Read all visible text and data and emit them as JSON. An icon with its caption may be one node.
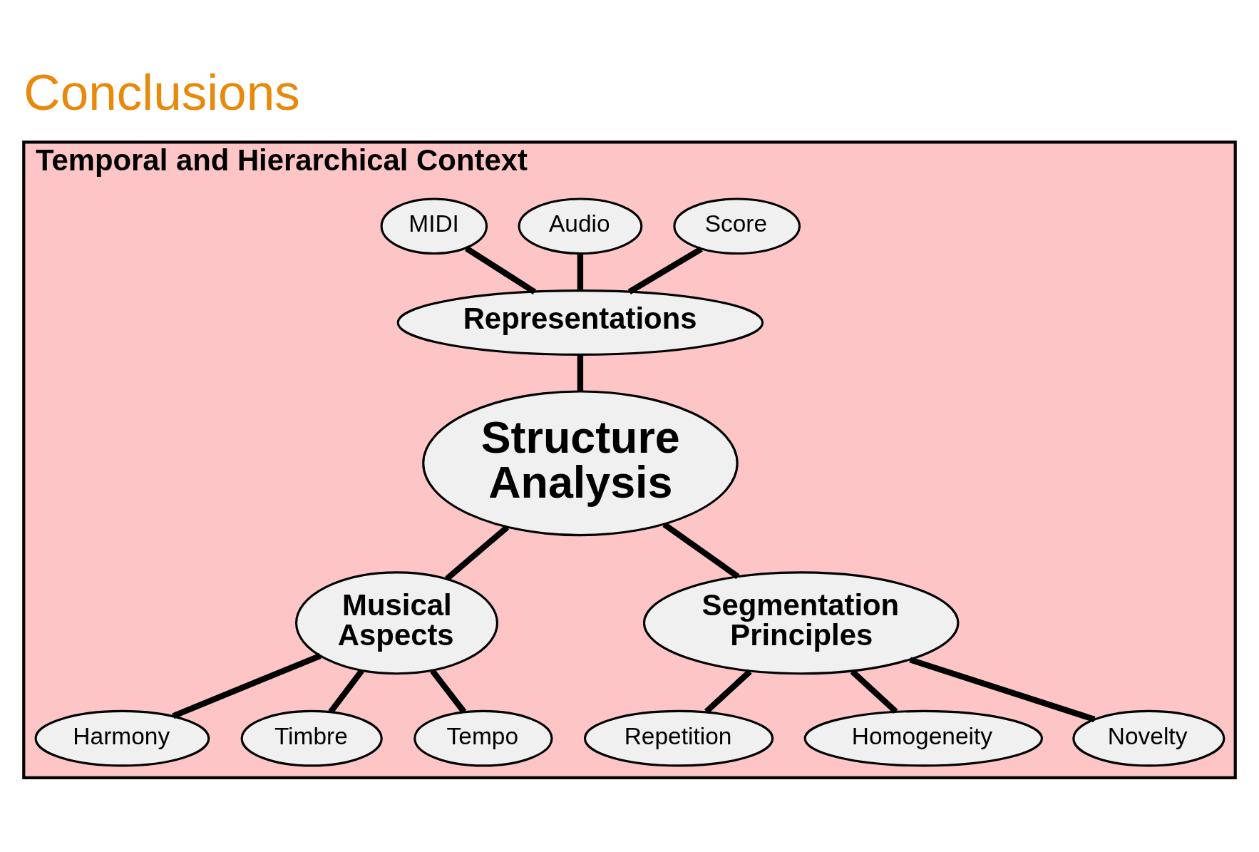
{
  "diagram": {
    "title": "Conclusions",
    "nodes": [
      {
        "text": [
          "Temporal and Hierarchical Context"
        ]
      },
      {
        "text": [
          "Score"
        ],
        "in": 0
      },
      {
        "text": [
          "Audio"
        ],
        "in": 0
      },
      {
        "text": [
          "MIDI"
        ],
        "in": 0
      },
      {
        "text": [
          "Representations"
        ],
        "in": 0
      },
      {
        "text": [
          "Structure Analysis"
        ],
        "in": 0
      },
      {
        "text": [
          "Musical Aspects"
        ],
        "in": 0
      },
      {
        "text": [
          "Segmentation Principles"
        ],
        "in": 0
      },
      {
        "text": [
          "Harmony"
        ],
        "in": 0
      },
      {
        "text": [
          "Timbre"
        ],
        "in": 0
      },
      {
        "text": [
          "Tempo"
        ],
        "in": 0
      },
      {
        "text": [
          "Repetition"
        ],
        "in": 0
      },
      {
        "text": [
          "Homogeneity"
        ],
        "in": 0
      },
      {
        "text": [
          "Novelty"
        ],
        "in": 0
      }
    ],
    "edges": [
      {
        "from": 1,
        "to": 4,
        "arrow": "none"
      },
      {
        "from": 2,
        "to": 4,
        "arrow": "none"
      },
      {
        "from": 3,
        "to": 4,
        "arrow": "none"
      },
      {
        "from": 4,
        "to": 5,
        "arrow": "none"
      },
      {
        "from": 5,
        "to": 6,
        "arrow": "none"
      },
      {
        "from": 5,
        "to": 7,
        "arrow": "none"
      },
      {
        "from": 6,
        "to": 8,
        "arrow": "none"
      },
      {
        "from": 6,
        "to": 9,
        "arrow": "none"
      },
      {
        "from": 6,
        "to": 10,
        "arrow": "none"
      },
      {
        "from": 7,
        "to": 11,
        "arrow": "none"
      },
      {
        "from": 7,
        "to": 12,
        "arrow": "none"
      },
      {
        "from": 7,
        "to": 13,
        "arrow": "none"
      }
    ]
  }
}
